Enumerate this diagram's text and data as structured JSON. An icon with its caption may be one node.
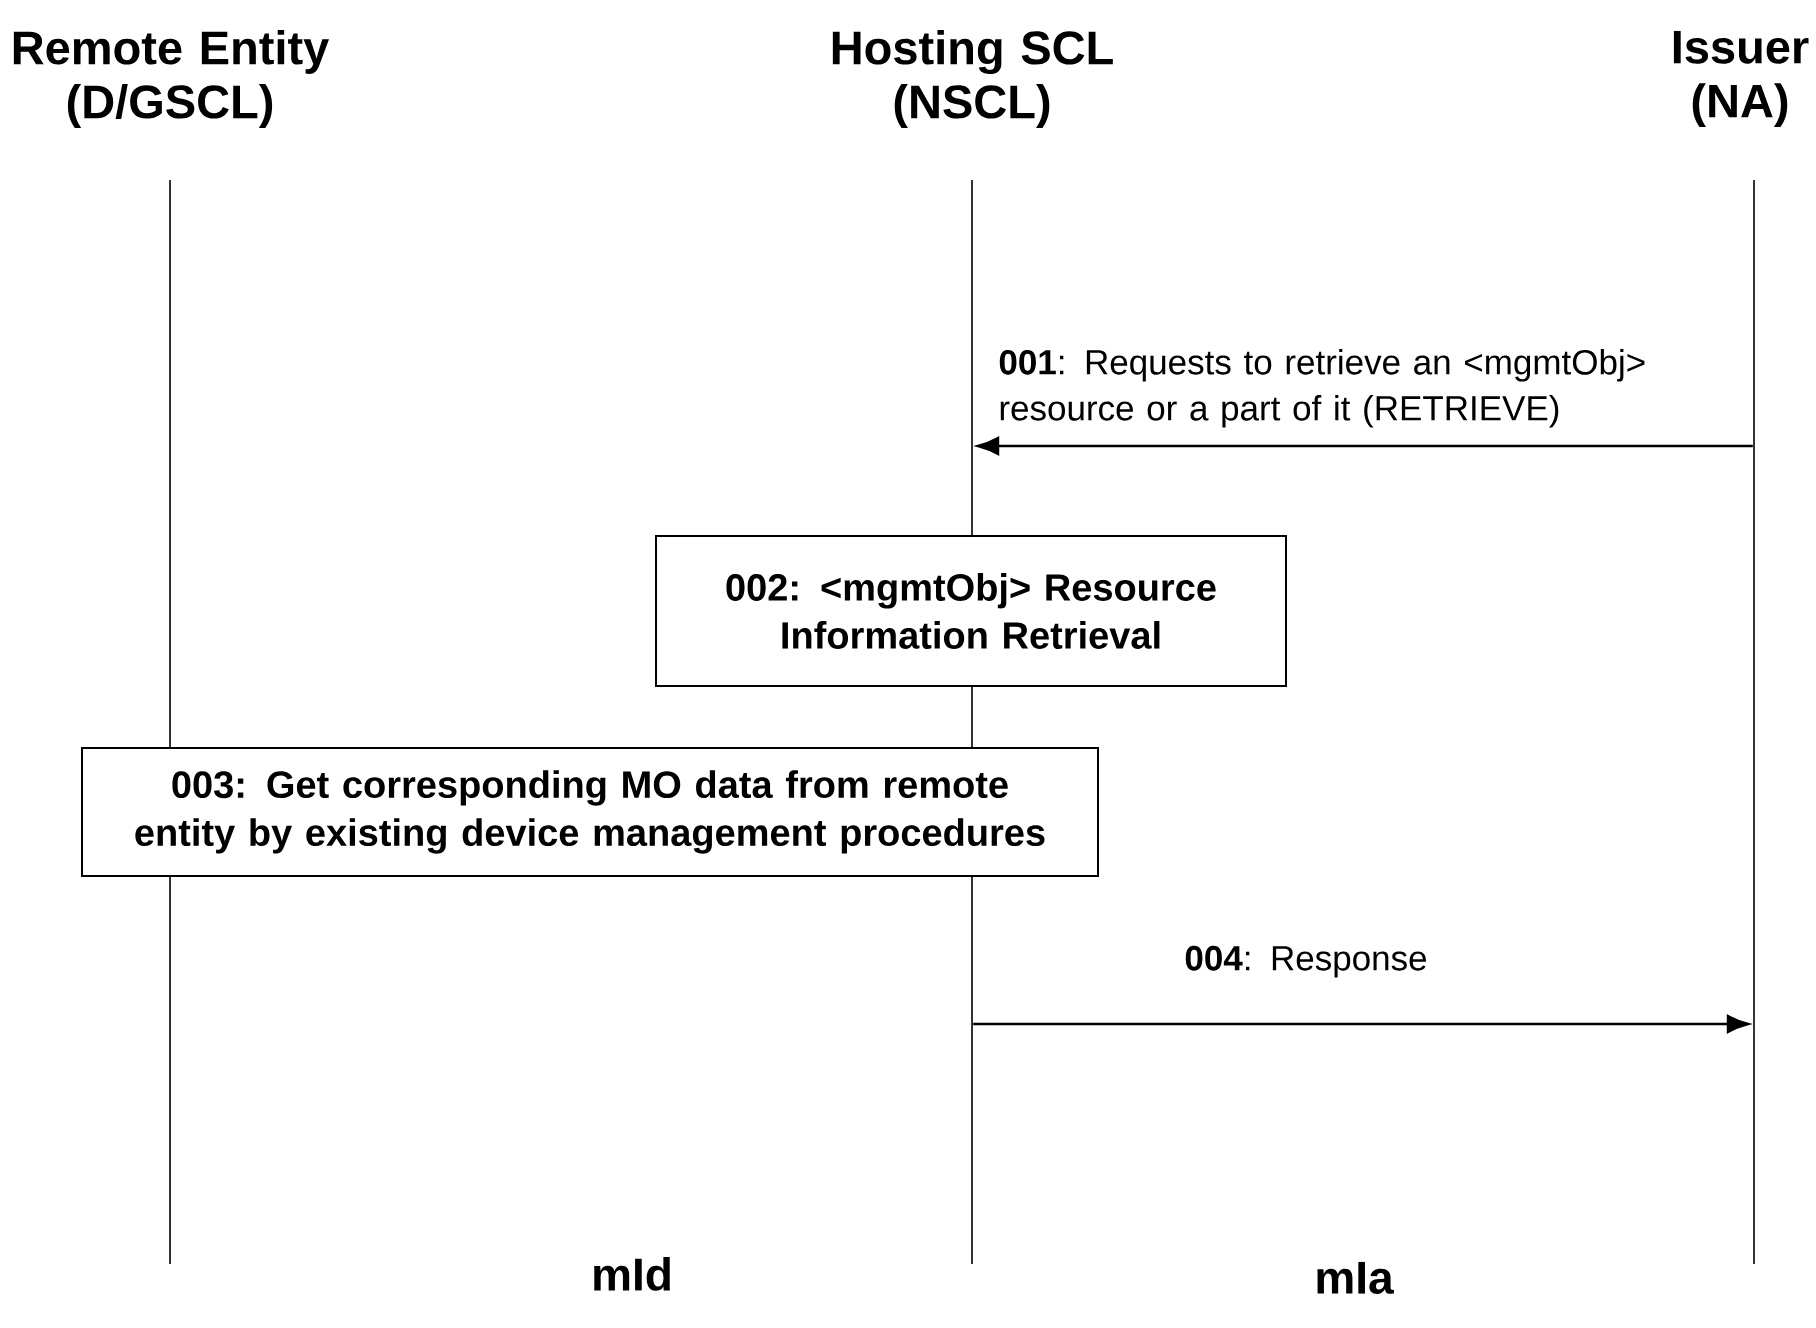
{
  "diagram": {
    "nodes": [
      {
        "text": [
          "Remote Entity (D/GSCL)"
        ]
      },
      {
        "text": [
          "Hosting SCL (NSCL)"
        ]
      },
      {
        "text": [
          "Issuer (NA)"
        ]
      },
      {
        "text": [],
        "shape": "line"
      },
      {
        "text": [],
        "shape": "line"
      },
      {
        "text": [],
        "shape": "line"
      },
      {
        "text": [
          "002: <mgmtObj> Resource Information Retrieval"
        ]
      },
      {
        "text": [
          "003: Get corresponding MO data from remote entity by existing device management procedures"
        ]
      }
    ],
    "edges": [
      {
        "from": 5,
        "to": 4,
        "arrow": "to",
        "label": "**001**: Requests to retrieve an <mgmtObj> resource or a part of it (RETRIEVE)"
      },
      {
        "from": 4,
        "to": 5,
        "arrow": "to",
        "label": "**004**: Response"
      }
    ],
    "labels": [
      "mId",
      "mIa"
    ]
  }
}
